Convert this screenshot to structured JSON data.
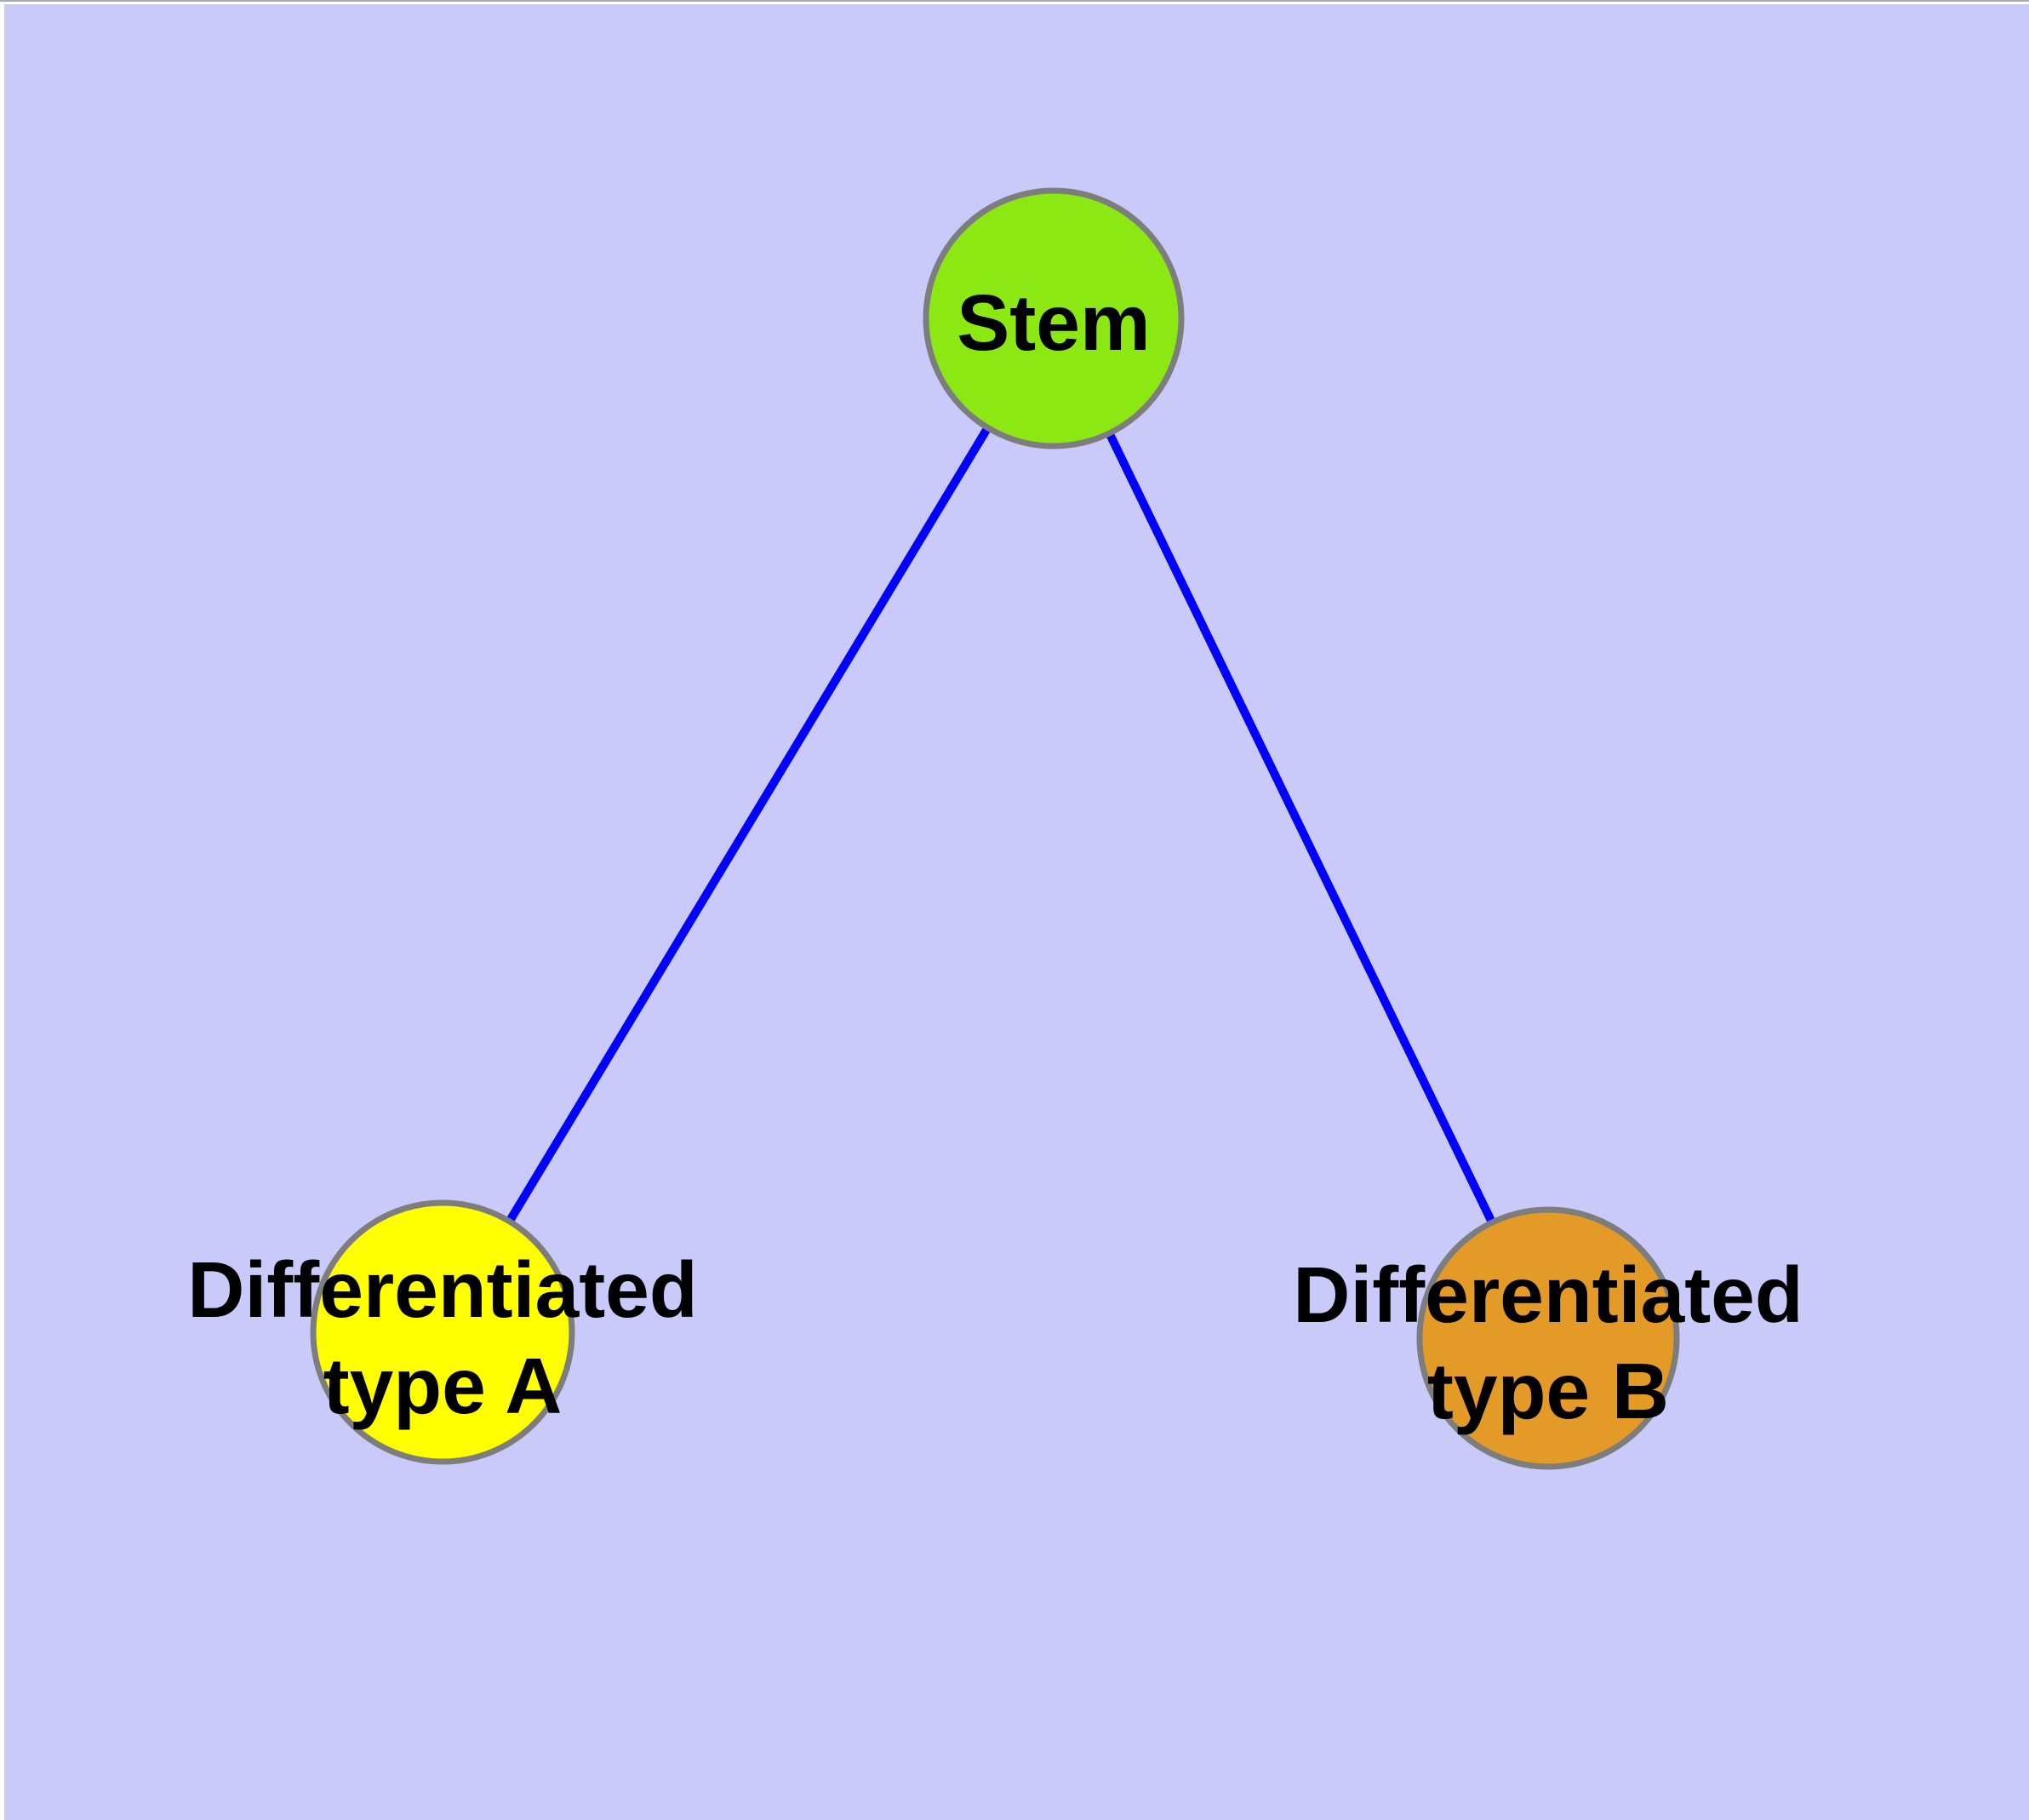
{
  "diagram": {
    "type": "node-link-graph",
    "background_color": "#CACAFA",
    "frame_color": "#FFFFFF",
    "node_border_color": "#7D7D7D",
    "edge_color": "#0202FC",
    "text_color": "#000000",
    "nodes": {
      "stem": {
        "label": "Stem",
        "fill": "#8CE813"
      },
      "type_a": {
        "label_line1": "Differentiated",
        "label_line2": "type A",
        "label_full": "Differentiated type A",
        "fill": "#FFFF00"
      },
      "type_b": {
        "label_line1": "Differentiated",
        "label_line2": "type B",
        "label_full": "Differentiated type B",
        "fill": "#E49A26"
      }
    },
    "edges": [
      {
        "from": "Stem",
        "to": "Differentiated type A",
        "color": "#0202FC"
      },
      {
        "from": "Stem",
        "to": "Differentiated type B",
        "color": "#0202FC"
      }
    ]
  }
}
